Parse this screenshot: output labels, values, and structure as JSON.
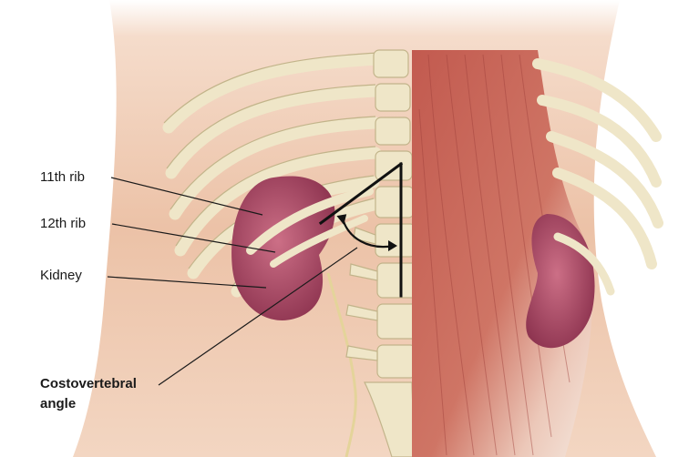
{
  "labels": {
    "rib11": "11th rib",
    "rib12": "12th rib",
    "kidney": "Kidney",
    "cva_line1": "Costovertebral",
    "cva_line2": "angle"
  },
  "colors": {
    "skin": "#ecc2a7",
    "skin_shadow": "#dca487",
    "bone": "#efe6c8",
    "bone_outline": "#c2b48a",
    "kidney": "#b8536d",
    "kidney_dark": "#8e3550",
    "muscle": "#c8685c",
    "muscle_light": "#e9b3a3",
    "fascia": "#f2e8dc",
    "leader": "#1a1a1a"
  },
  "icons": [
    "angle-arrow-icon"
  ]
}
